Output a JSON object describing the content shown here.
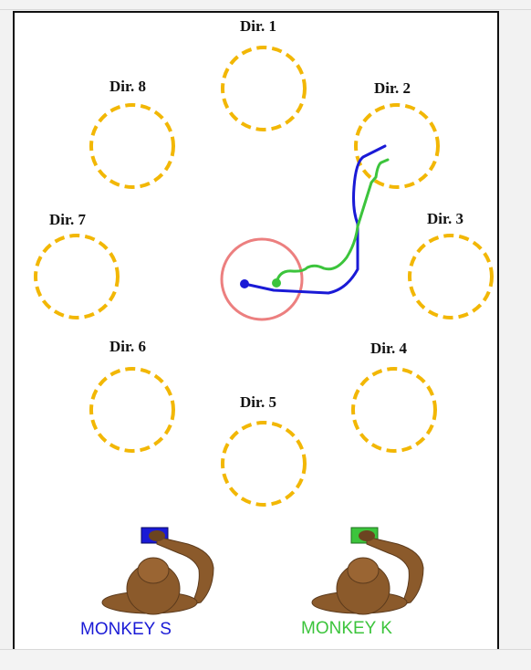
{
  "directions": [
    {
      "label": "Dir. 1"
    },
    {
      "label": "Dir. 2"
    },
    {
      "label": "Dir. 3"
    },
    {
      "label": "Dir. 4"
    },
    {
      "label": "Dir. 5"
    },
    {
      "label": "Dir. 6"
    },
    {
      "label": "Dir. 7"
    },
    {
      "label": "Dir. 8"
    }
  ],
  "monkeys": [
    {
      "label": "MONKEY S",
      "color": "#1a1ad6"
    },
    {
      "label": "MONKEY K",
      "color": "#3cc43c"
    }
  ],
  "colors": {
    "target_outline": "#f2b705",
    "center_outline": "#ec7f7f",
    "trajectory_s": "#1a1ad6",
    "trajectory_k": "#3cc43c",
    "monkey_body": "#8b5a2b"
  }
}
